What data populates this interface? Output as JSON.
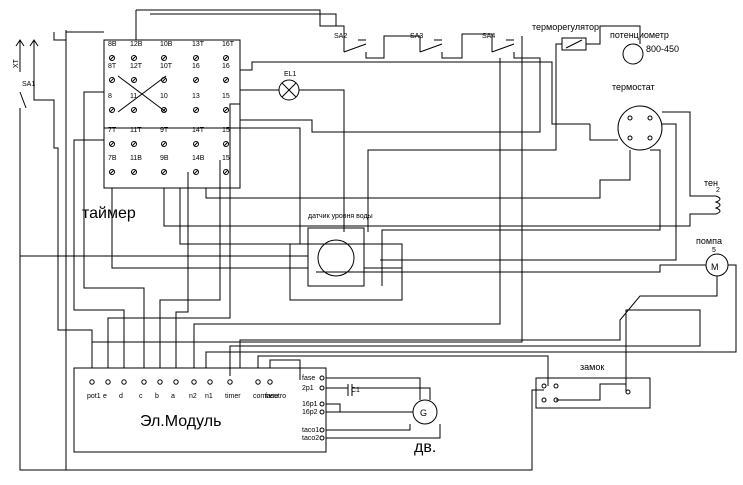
{
  "timer_block": {
    "label": "таймер",
    "pins": [
      [
        "8В",
        "12В",
        "10В",
        "13Т",
        "16Т"
      ],
      [
        "8Т",
        "12Т",
        "10Т",
        "16",
        "16"
      ],
      [
        "8",
        "11",
        "10",
        "13",
        "15"
      ],
      [
        "7Т",
        "11Т",
        "9Т",
        "14Т",
        "15"
      ],
      [
        "7В",
        "11В",
        "9В",
        "14В",
        "15"
      ]
    ]
  },
  "lamp": {
    "label": "EL1"
  },
  "switches": {
    "sa1": "SA1",
    "sa2": "SA2",
    "sa3": "SA3",
    "sa4": "SA4",
    "xt": "XT"
  },
  "thermo_regulator": {
    "label": "терморегулятор"
  },
  "potentiometer": {
    "label": "потенциометр",
    "range": "800-450"
  },
  "thermostat": {
    "label": "термостат"
  },
  "heater": {
    "label": "тен",
    "index": "2"
  },
  "pump": {
    "label": "помпа",
    "index": "5",
    "symbol": "M"
  },
  "level_sensor": {
    "label": "датчик уровня воды"
  },
  "lock": {
    "label": "замок"
  },
  "module": {
    "label": "Эл.Модуль",
    "top_pins": [
      "pot1",
      "e",
      "d",
      "c",
      "b",
      "a",
      "n2",
      "n1",
      "timer",
      "comneutro",
      "fase"
    ],
    "side_pins": [
      "fase",
      "2p1",
      "16p1",
      "16p2",
      "taco1",
      "taco2"
    ],
    "capacitor": "C1"
  },
  "motor": {
    "label": "дв.",
    "symbol": "G"
  }
}
